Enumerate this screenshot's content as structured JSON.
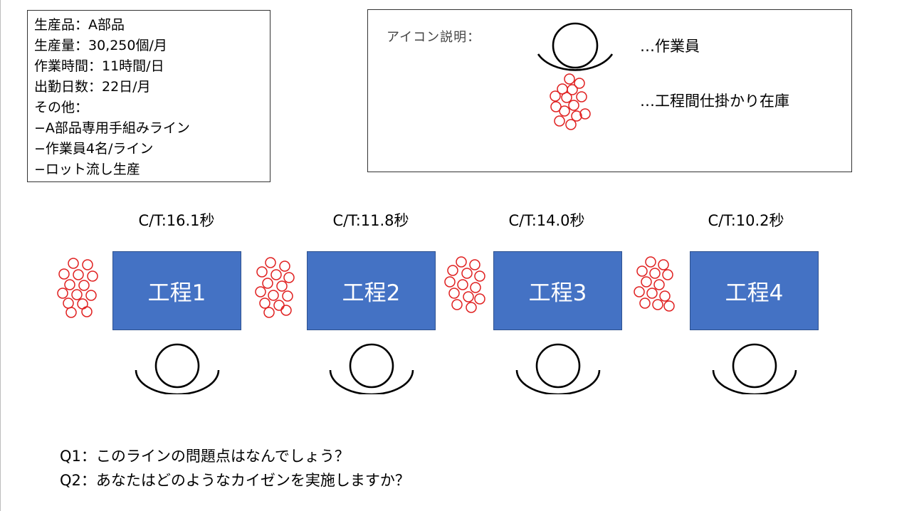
{
  "info": {
    "lines": [
      "生産品：A部品",
      "生産量：30,250個/月",
      "作業時間：11時間/日",
      "出勤日数：22日/月",
      "その他：",
      "−A部品専用手組みライン",
      "−作業員4名/ライン",
      "−ロット流し生産"
    ]
  },
  "legend": {
    "title": "アイコン説明：",
    "worker_label": "…作業員",
    "wip_label": "…工程間仕掛かり在庫",
    "worker_icon": "worker-icon",
    "wip_icon": "wip-inventory-icon"
  },
  "processes": [
    {
      "name": "工程1",
      "cycle_time": "C/T:16.1秒"
    },
    {
      "name": "工程2",
      "cycle_time": "C/T:11.8秒"
    },
    {
      "name": "工程3",
      "cycle_time": "C/T:14.0秒"
    },
    {
      "name": "工程4",
      "cycle_time": "C/T:10.2秒"
    }
  ],
  "questions": [
    "Q1：このラインの問題点はなんでしょう？",
    "Q2：あなたはどのようなカイゼンを実施しますか？"
  ],
  "colors": {
    "process_fill": "#4472c4",
    "wip_circle": "#e02020",
    "worker_stroke": "#000000"
  }
}
